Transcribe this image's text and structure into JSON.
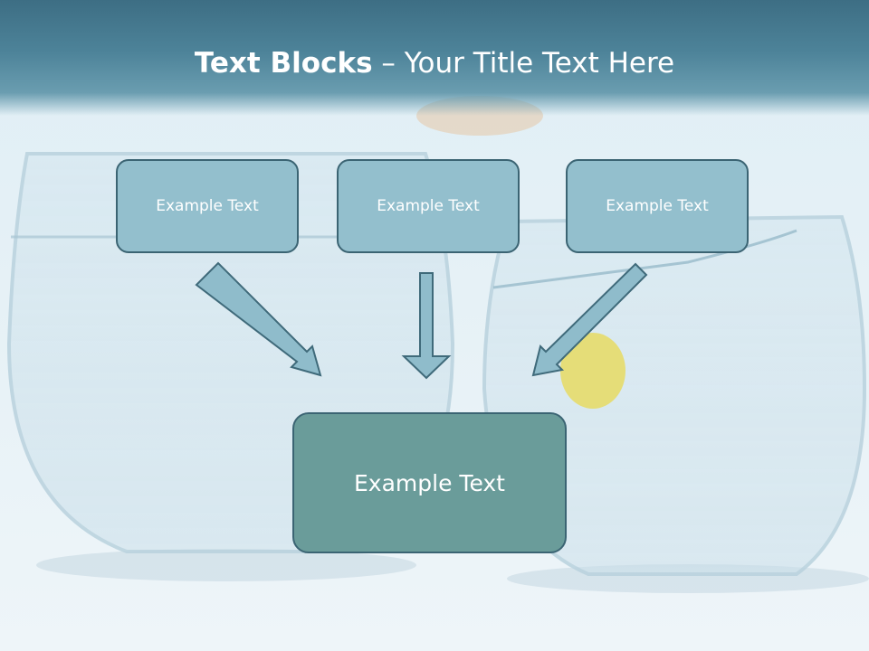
{
  "title": {
    "bold": "Text Blocks",
    "dash": " – ",
    "rest": "Your Title Text Here"
  },
  "blocks": [
    "Example Text",
    "Example Text",
    "Example Text"
  ],
  "center_block": "Example Text",
  "colors": {
    "header": "#4d8399",
    "small_box": "#93bfcd",
    "center_box": "#6a9c9a",
    "border": "#3b6473",
    "arrow": "#8fbccb"
  }
}
